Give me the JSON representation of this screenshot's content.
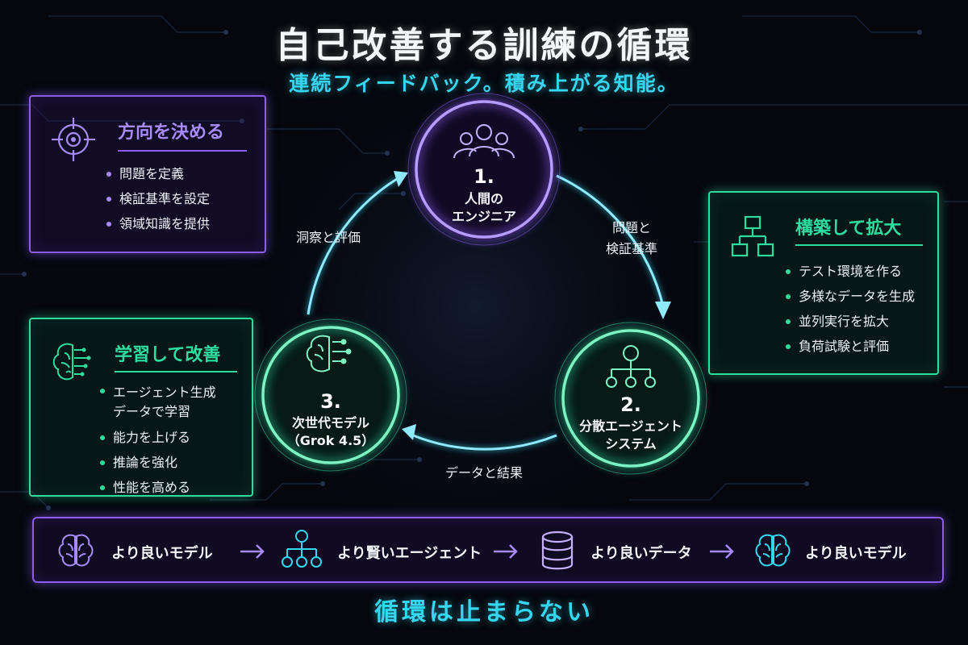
{
  "header": {
    "title": "自己改善する訓練の循環",
    "subtitle": "連続フィードバック。積み上がる知能。"
  },
  "panels": {
    "direction": {
      "heading": "方向を決める",
      "items": [
        "問題を定義",
        "検証基準を設定",
        "領域知識を提供"
      ]
    },
    "build": {
      "heading": "構築して拡大",
      "items": [
        "テスト環境を作る",
        "多様なデータを生成",
        "並列実行を拡大",
        "負荷試験と評価"
      ]
    },
    "learn": {
      "heading": "学習して改善",
      "items": [
        {
          "line1": "エージェント生成",
          "line2": "データで学習"
        },
        {
          "line1": "能力を上げる"
        },
        {
          "line1": "推論を強化"
        },
        {
          "line1": "性能を高める"
        }
      ]
    }
  },
  "cycle": {
    "engineer": {
      "num": "1.",
      "line1": "人間の",
      "line2": "エンジニア"
    },
    "agents": {
      "num": "2.",
      "line1": "分散エージェント",
      "line2": "システム"
    },
    "model": {
      "num": "3.",
      "line1": "次世代モデル",
      "line2": "（Grok 4.5）"
    },
    "arrows": {
      "to_agents": {
        "line1": "問題と",
        "line2": "検証基準"
      },
      "to_model": "データと結果",
      "to_engineer": "洞察と評価"
    }
  },
  "flow_bar": {
    "steps": [
      "より良いモデル",
      "より賢いエージェント",
      "より良いデータ",
      "より良いモデル"
    ]
  },
  "footer": "循環は止まらない",
  "colors": {
    "purple": "#8b5cf6",
    "green": "#2fdca0",
    "cyan": "#36d6f0",
    "background": "#05070d"
  },
  "icons": {
    "direction": "target-icon",
    "build": "hierarchy-icon",
    "learn": "brain-icon",
    "engineer": "people-group-icon",
    "agents": "network-tree-icon",
    "model": "brain-circuit-icon",
    "bar": [
      "brain-icon",
      "network-tree-icon",
      "database-icon",
      "brain-icon"
    ]
  }
}
